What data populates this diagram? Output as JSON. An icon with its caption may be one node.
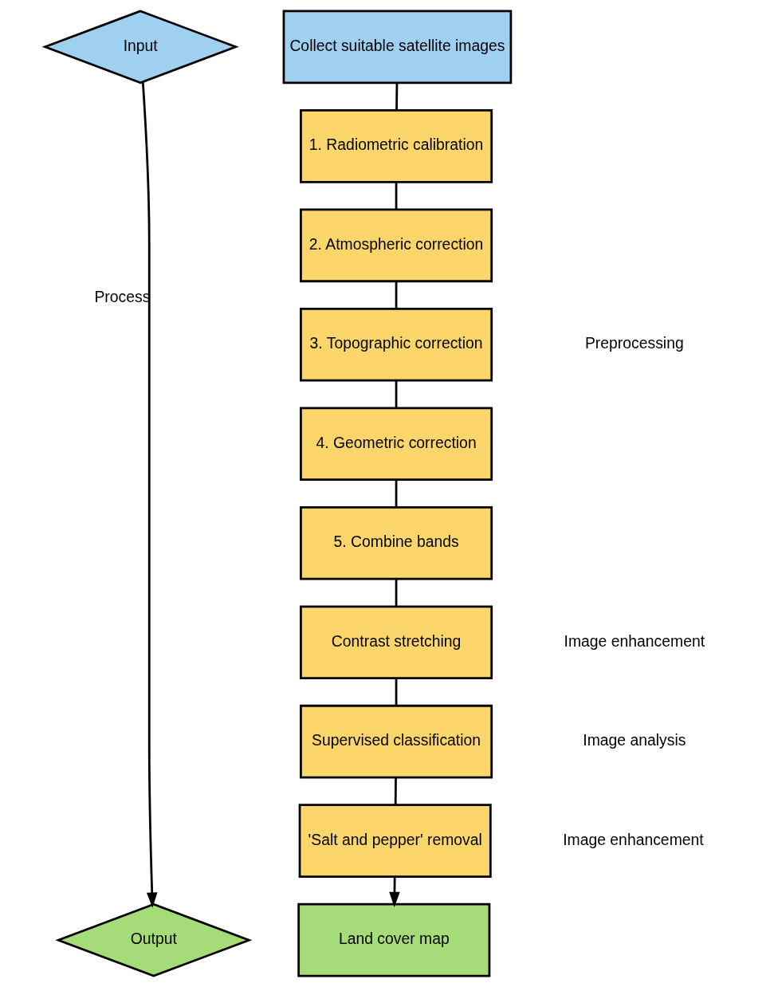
{
  "diagram": {
    "nodes": [
      {
        "text": [
          "Input"
        ]
      },
      {
        "text": [
          "Collect suitable satellite images"
        ]
      },
      {
        "text": [
          "1. Radiometric calibration"
        ]
      },
      {
        "text": [
          "2. Atmospheric correction"
        ]
      },
      {
        "text": [
          "3. Topographic correction"
        ]
      },
      {
        "text": [
          "4. Geometric correction"
        ]
      },
      {
        "text": [
          "5. Combine bands"
        ]
      },
      {
        "text": [
          "Contrast stretching"
        ]
      },
      {
        "text": [
          "Supervised classification"
        ]
      },
      {
        "text": [
          "'Salt and pepper' removal"
        ]
      },
      {
        "text": [
          "Output"
        ]
      },
      {
        "text": [
          "Land cover map"
        ]
      }
    ],
    "edges": [
      {
        "from": 0,
        "to": 10,
        "arrow": "to",
        "label": "Process"
      },
      {
        "from": 1,
        "to": 2,
        "arrow": "none"
      },
      {
        "from": 2,
        "to": 3,
        "arrow": "none"
      },
      {
        "from": 3,
        "to": 4,
        "arrow": "none"
      },
      {
        "from": 4,
        "to": 5,
        "arrow": "none"
      },
      {
        "from": 5,
        "to": 6,
        "arrow": "none"
      },
      {
        "from": 6,
        "to": 7,
        "arrow": "none"
      },
      {
        "from": 7,
        "to": 8,
        "arrow": "none"
      },
      {
        "from": 8,
        "to": 9,
        "arrow": "none"
      },
      {
        "from": 9,
        "to": 11,
        "arrow": "to"
      }
    ],
    "labels": [
      "Preprocessing",
      "Image enhancement",
      "Image analysis",
      "Image enhancement"
    ]
  }
}
